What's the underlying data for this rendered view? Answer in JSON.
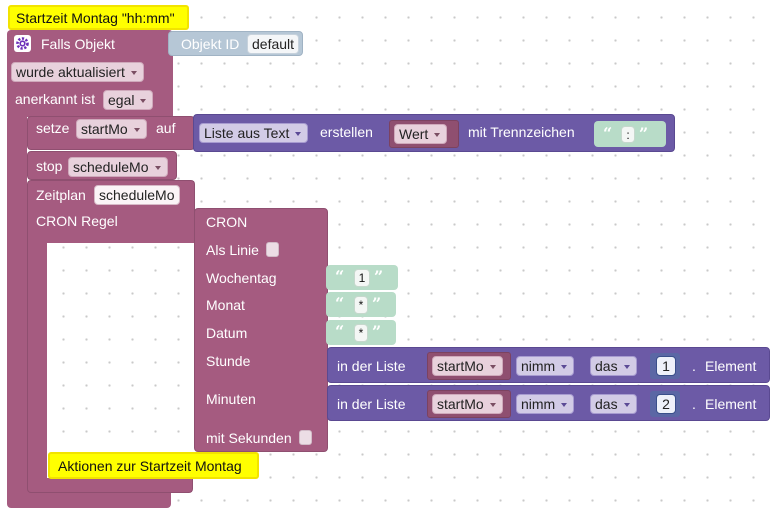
{
  "comments": {
    "top": "Startzeit Montag \"hh:mm\"",
    "bottom": "Aktionen zur Startzeit Montag"
  },
  "trigger": {
    "label": "Falls Objekt",
    "object_id_label": "Objekt ID",
    "object_id_value": "default",
    "event": "wurde aktualisiert",
    "ack_label": "anerkannt ist",
    "ack_value": "egal"
  },
  "setze": {
    "label": "setze",
    "variable": "startMo",
    "suffix": "auf",
    "list_op": "Liste aus Text",
    "erstellen": "erstellen",
    "value": "Wert",
    "separator_label": "mit Trennzeichen",
    "separator": ":"
  },
  "stop": {
    "label": "stop",
    "value": "scheduleMo"
  },
  "zeitplan": {
    "label": "Zeitplan",
    "value": "scheduleMo",
    "cron_label": "CRON Regel"
  },
  "cron": {
    "title": "CRON",
    "als_linie": "Als Linie",
    "wochentag": "Wochentag",
    "wochentag_value": "1",
    "monat": "Monat",
    "monat_value": "*",
    "datum": "Datum",
    "datum_value": "*",
    "stunde": "Stunde",
    "minuten": "Minuten",
    "mit_sekunden": "mit Sekunden"
  },
  "list_get_hour": {
    "in_list": "in der Liste",
    "variable": "startMo",
    "mode": "nimm",
    "where": "das",
    "index": "1",
    "suffix": "Element"
  },
  "list_get_minute": {
    "in_list": "in der Liste",
    "variable": "startMo",
    "mode": "nimm",
    "where": "das",
    "index": "2",
    "suffix": "Element"
  },
  "quote_open": "“",
  "quote_close": "”",
  "colors": {
    "event_block": "#a55b80",
    "list_block": "#6c5aa6",
    "string_block": "#b8dcc8",
    "math_block": "#5b67a5",
    "comment": "#ffff00",
    "object_id_block": "#b6c7d6"
  },
  "icons": [
    "gear-icon"
  ]
}
